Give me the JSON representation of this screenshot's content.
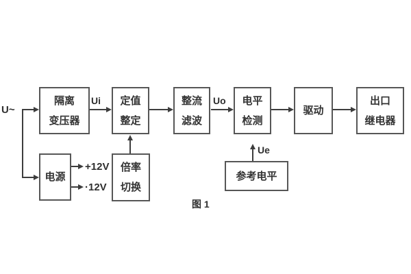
{
  "diagram": {
    "caption": "图 1",
    "colors": {
      "background": "#ffffff",
      "box_border": "#565656",
      "line": "#3d3d3d",
      "text": "#333333"
    },
    "source": {
      "label": "U~"
    },
    "blocks": [
      {
        "name": "isolation-transformer",
        "lines": [
          "隔离",
          "变压器"
        ]
      },
      {
        "name": "setting-adjustment",
        "lines": [
          "定值",
          "整定"
        ]
      },
      {
        "name": "rectifier-filter",
        "lines": [
          "整流",
          "滤波"
        ]
      },
      {
        "name": "level-detection",
        "lines": [
          "电平",
          "检测"
        ]
      },
      {
        "name": "driver",
        "lines": [
          "驱动"
        ]
      },
      {
        "name": "output-relay",
        "lines": [
          "出口",
          "继电器"
        ]
      },
      {
        "name": "power-supply",
        "lines": [
          "电源"
        ]
      },
      {
        "name": "ratio-switching",
        "lines": [
          "倍率",
          "切换"
        ]
      },
      {
        "name": "reference-level",
        "lines": [
          "参考电平"
        ]
      }
    ],
    "signals": {
      "ui": "Ui",
      "uo": "Uo",
      "ue": "Ue",
      "rail_pos": "+12V",
      "rail_neg": "·12V"
    }
  }
}
